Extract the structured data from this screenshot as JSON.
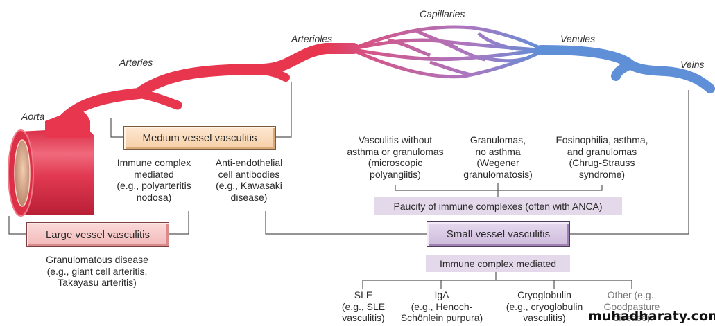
{
  "vessels": {
    "aorta": "Aorta",
    "arteries": "Arteries",
    "arterioles": "Arterioles",
    "capillaries": "Capillaries",
    "venules": "Venules",
    "veins": "Veins"
  },
  "medium": {
    "title": "Medium vessel vasculitis",
    "immune": "Immune complex\nmediated\n(e.g., polyarteritis\nnodosa)",
    "antiendo": "Anti-endothelial\ncell antibodies\n(e.g., Kawasaki\ndisease)"
  },
  "large": {
    "title": "Large vessel vasculitis",
    "desc": "Granulomatous disease\n(e.g., giant cell arteritis,\nTakayasu arteritis)"
  },
  "small": {
    "title": "Small vessel vasculitis",
    "paucity": {
      "label": "Paucity of immune complexes (often with ANCA)",
      "items": [
        "Vasculitis without\nasthma or granulomas\n(microscopic\npolyangiitis)",
        "Granulomas,\nno asthma\n(Wegener\ngranulomatosis)",
        "Eosinophilia, asthma,\nand granulomas\n(Chrug-Strauss\nsyndrome)"
      ]
    },
    "immune": {
      "label": "Immune complex mediated",
      "items": [
        "SLE\n(e.g., SLE\nvasculitis)",
        "IgA\n(e.g., Henoch-\nSchönlein purpura)",
        "Cryoglobulin\n(e.g., cryoglobulin\nvasculitis)",
        "Other (e.g.,\nGoodpasture\ndisease)"
      ]
    }
  },
  "watermark": "muhadharaty.com",
  "colors": {
    "artery": "#e8364f",
    "capillary": "#b066a8",
    "vein": "#5f8fd6"
  }
}
